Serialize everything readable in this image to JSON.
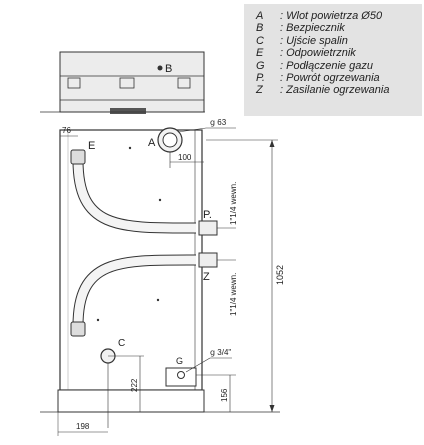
{
  "legend": {
    "items": [
      {
        "letter": "A",
        "text": ": Wlot powietrza Ø50"
      },
      {
        "letter": "B",
        "text": ": Bezpiecznik"
      },
      {
        "letter": "C",
        "text": ": Ujście spalin"
      },
      {
        "letter": "E",
        "text": ": Odpowietrznik"
      },
      {
        "letter": "G",
        "text": ": Podłączenie gazu"
      },
      {
        "letter": "P.",
        "text": ": Powrót ogrzewania"
      },
      {
        "letter": "Z",
        "text": ": Zasilanie ogrzewania"
      }
    ]
  },
  "labels": {
    "a": "A",
    "b": "B",
    "c": "C",
    "e": "E",
    "g": "G",
    "p": "P.",
    "z": "Z"
  },
  "dimensions": {
    "d76": "76",
    "d63": "ց 63",
    "d100": "100",
    "pipe_upper": "1\"1/4 wewn.",
    "pipe_lower": "1\"1/4 wewn.",
    "d1052": "1052",
    "d222": "222",
    "d156": "156",
    "gas": "ց 3/4\"",
    "d198": "198"
  },
  "colors": {
    "outline": "#333333",
    "panel": "#e9e9e9",
    "legend_bg": "#e3e3e3",
    "pipe": "#f4f4f4"
  }
}
